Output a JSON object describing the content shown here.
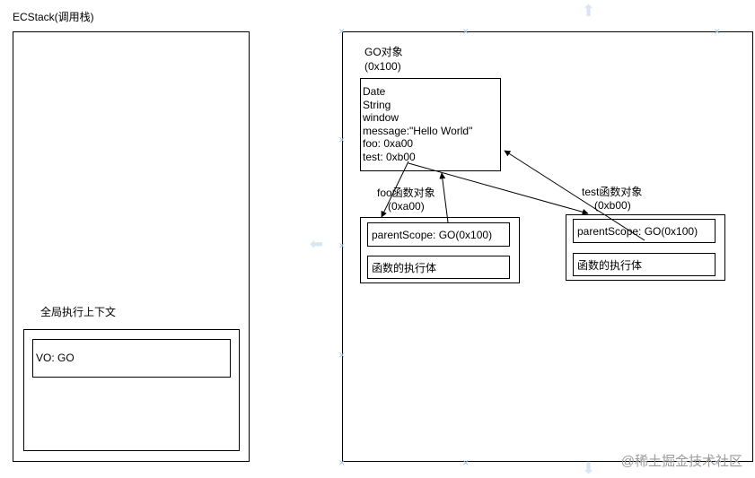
{
  "ecstack": {
    "title": "ECStack(调用栈)"
  },
  "global_ctx": {
    "title": "全局执行上下文",
    "vo": "VO: GO"
  },
  "go_object": {
    "title": "GO对象",
    "address": "(0x100)",
    "props": [
      "Date",
      "String",
      "window",
      "message:\"Hello World\"",
      "foo: 0xa00",
      "test: 0xb00"
    ]
  },
  "foo_fn": {
    "title": "foo函数对象",
    "address": "(0xa00)",
    "parent_scope": "parentScope: GO(0x100)",
    "body": "函数的执行体"
  },
  "test_fn": {
    "title": "test函数对象",
    "address": "(0xb00)",
    "parent_scope": "parentScope: GO(0x100)",
    "body": "函数的执行体"
  },
  "watermark": "@稀土掘金技术社区"
}
